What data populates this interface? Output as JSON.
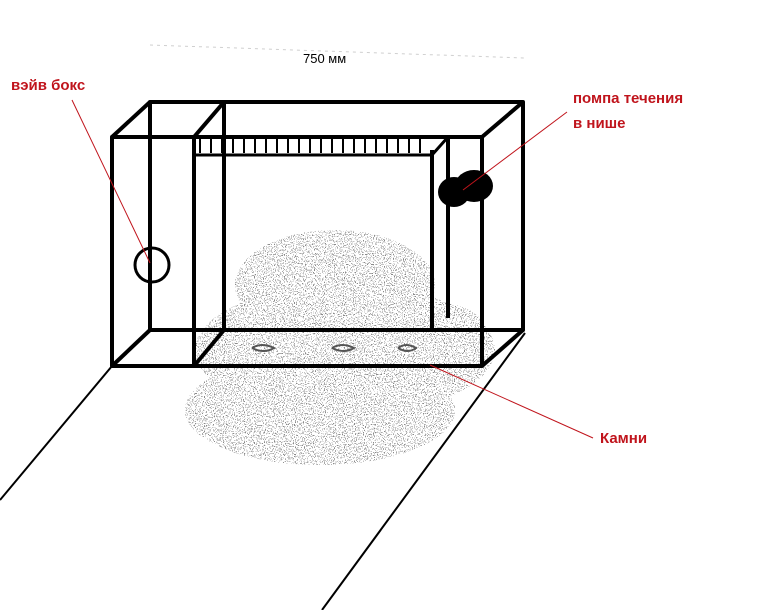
{
  "diagram": {
    "dimension_label": "750 мм",
    "labels": {
      "wavebox": "вэйв бокс",
      "pump_line1": "помпа течения",
      "pump_line2": "в нише",
      "stones": "Камни"
    },
    "colors": {
      "ink": "#000000",
      "label": "#c0141c",
      "stones": "#8a8a8a"
    }
  }
}
